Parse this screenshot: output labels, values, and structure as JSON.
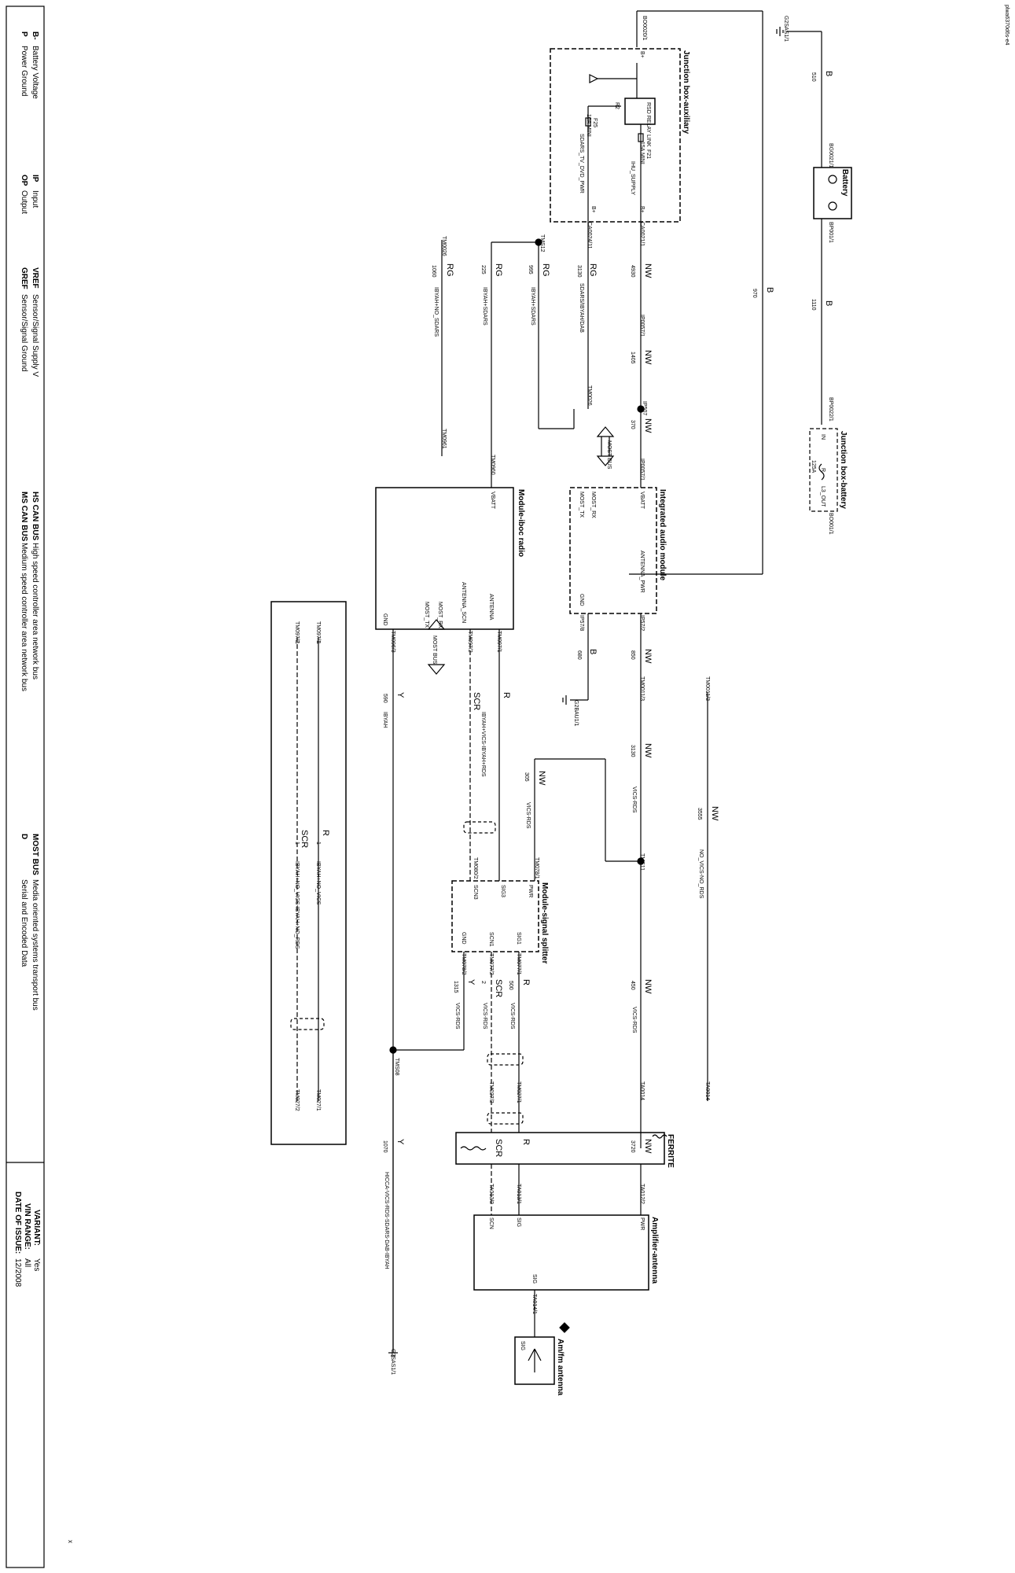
{
  "doc_id": "plwa6370d6s-e4",
  "mark": "x",
  "legend": {
    "col1": [
      {
        "code": "B-",
        "text": "Battery Voltage"
      },
      {
        "code": "P",
        "text": "Power Ground"
      }
    ],
    "col2": [
      {
        "code": "IP",
        "text": "Input"
      },
      {
        "code": "OP",
        "text": "Output"
      }
    ],
    "col3": [
      {
        "code": "VREF",
        "text": "Sensor/Signal Supply V"
      },
      {
        "code": "GREF",
        "text": "Sensor/Signal Ground"
      }
    ],
    "col4": [
      {
        "code": "HS CAN BUS",
        "text": "High speed controller area network bus"
      },
      {
        "code": "MS CAN BUS",
        "text": "Medium speed controller area network bus"
      }
    ],
    "col5": [
      {
        "code": "MOST BUS",
        "text": "Media oriented systems transport bus"
      },
      {
        "code": "D",
        "text": "Serial and Encoded Data"
      }
    ],
    "info": [
      {
        "label": "VARIANT:",
        "value": "Yes"
      },
      {
        "label": "VIN RANGE:",
        "value": "All"
      },
      {
        "label": "DATE OF ISSUE:",
        "value": "12/2008"
      }
    ]
  },
  "modules": {
    "battery": "Battery",
    "jb_battery": "Junction box-battery",
    "jb_aux": "Junction box-auxiliary",
    "iam": "Integrated audio module",
    "radio": "Module-iboc radio",
    "splitter": "Module-signal splitter",
    "ferrite": "FERRITE",
    "amp": "Amplifier-antenna",
    "antenna": "Am/fm antenna"
  },
  "labels": {
    "g1": "G2SAS1/1",
    "g2": "G2BAU1/1",
    "g3": "G2SAS1/1",
    "b_510": "B",
    "n_510": "510",
    "b_970": "B",
    "n_970": "970",
    "b_1110": "B",
    "n_1110": "1110",
    "b_680": "B",
    "n_680": "680",
    "bg0021": "BG0021/1",
    "bp001": "BP001/1",
    "bp0022": "BP0022/1",
    "bo001": "BO001/1",
    "bo0020": "BO0020/1",
    "jbb_in": "IN",
    "jbb_r": "R",
    "jbb_fuse": "125A",
    "jbb_out": "L3_OUT",
    "f21": "F21",
    "f21b": "15A MINI",
    "f25": "F25",
    "f25b": "10A MINI",
    "relay": "RSD RELAY LINK",
    "r2": "R2",
    "bplus1": "B+",
    "bplus2": "B+",
    "bplus3": "B+",
    "hu_supply": "IHU_SUPPLY",
    "sdars": "SDARS_TV_DVD_PWR",
    "ca021": "CA0021/1",
    "ca024": "CA0024/11",
    "ip0057": "IP0057/1",
    "ip507": "IP507",
    "nw_4930": "NW",
    "n_4930": "4930",
    "nw_1405": "NW",
    "n_1405": "1405",
    "nw_370": "NW",
    "n_370": "370",
    "rg_3130": "RG",
    "n_3130": "3130",
    "rg_995": "RG",
    "n_995": "995",
    "rg_225": "RG",
    "n_225": "225",
    "rg_1060": "RG",
    "n_1060": "1060",
    "w_sdars_ibyah": "SDARS/IBYAH/DAB",
    "w_ibyah_sdars1": "IBYAH+SDARS",
    "w_ibyah_sdars2": "IBYAH+SDARS",
    "w_ibyah_no": "IBYAH+NO_SDARS",
    "tms12": "TMS12",
    "tm0026a": "TM0026",
    "tm0026b": "TM0026",
    "tm0961": "TM0961",
    "tm0960": "TM0960",
    "vbatt1": "VBATT",
    "vbatt2": "VBATT",
    "most_rx1": "MOST_RX",
    "most_tx1": "MOST_TX",
    "most_rx2": "MOST_RX",
    "most_tx2": "MOST_TX",
    "most_bus1": "MOST BUS",
    "most_bus2": "MOST BUS",
    "ant_pwr": "ANTENNA_PWR",
    "gnd1": "GND",
    "ip578": "IP57/8",
    "ip572": "IP57/2",
    "antenna1": "ANTENNA",
    "antenna_scn": "ANTENNA_SCN",
    "gnd2": "GND",
    "tm0971": "TM097/1",
    "tm0972": "TM097/2",
    "tm0963": "TM096/3",
    "nw_850": "NW",
    "n_850": "850",
    "r_1": "R",
    "scr_1": "SCR",
    "y_590": "Y",
    "n_590": "590",
    "w_ibyah": "IBYAH",
    "w_ibyah_vics": "IBYAH+VICS-IBYAH+RDS",
    "tm0011": "TM0011/3",
    "nw_3130": "NW",
    "n_3130b": "3130",
    "w_vicsrds1": "VICS-RDS",
    "nw_3555": "NW",
    "n_3555": "3555",
    "w_novics": "NO_VICS-NO_RDS",
    "nw_305": "NW",
    "n_305": "305",
    "w_vicsrds2": "VICS-RDS",
    "tms11": "TMS11",
    "tm0781": "TM078/1",
    "tm0782": "TM080/2",
    "pwr_s": "PWR",
    "sig3": "SIG3",
    "scn3": "SCN3",
    "sig1": "SIG1",
    "scn1": "SCN1",
    "gnd3": "GND",
    "tm0771": "TM077/1",
    "tm0772": "TM077/2",
    "tm0782b": "TM078/2",
    "r_500": "R",
    "n_500": "500",
    "scr_2": "SCR",
    "n_2": "2",
    "y_1315": "Y",
    "n_1315": "1315",
    "nw_450": "NW",
    "n_450": "450",
    "w_vicsrds3": "VICS-RDS",
    "w_vicsrds4": "VICS-RDS",
    "w_vicsrds5": "VICS-RDS",
    "ta0014": "TA0014",
    "ta0014b": "TA0014",
    "tm0272": "TM027/2",
    "tm0271": "TM027/1",
    "tms08": "TMS08",
    "tm0971b": "TM097/1",
    "tm0972b": "TM097/2",
    "r_box": "R",
    "scr_box": "SCR",
    "one_a": "1",
    "one_b": "1",
    "one_c": "1",
    "one_d": "1",
    "w_ibyah_novics1": "IBYAH+NO_VICS",
    "w_ibyah_novics2": "IBYAH+NO_VICS-IBYAH+NO_RDS",
    "tm0271b": "TM027/1",
    "tm0272b": "TM027/2",
    "nw_3720": "NW",
    "n_3720": "3720",
    "r_fer": "R",
    "scr_fer": "SCR",
    "y_1070": "Y",
    "n_1070": "1070",
    "w_hcca": "HICCA-VICS-RDS-SDARS-DAB-IBYAH",
    "ta0122": "TA012/2",
    "ta0131": "TA013/1",
    "ta0132": "TA013/2",
    "pwr_a": "PWR",
    "sig_a": "SIG",
    "scn_a": "SCN",
    "sig_out": "SIG",
    "ta0141": "TA014/1",
    "sig_ant": "SIG"
  }
}
